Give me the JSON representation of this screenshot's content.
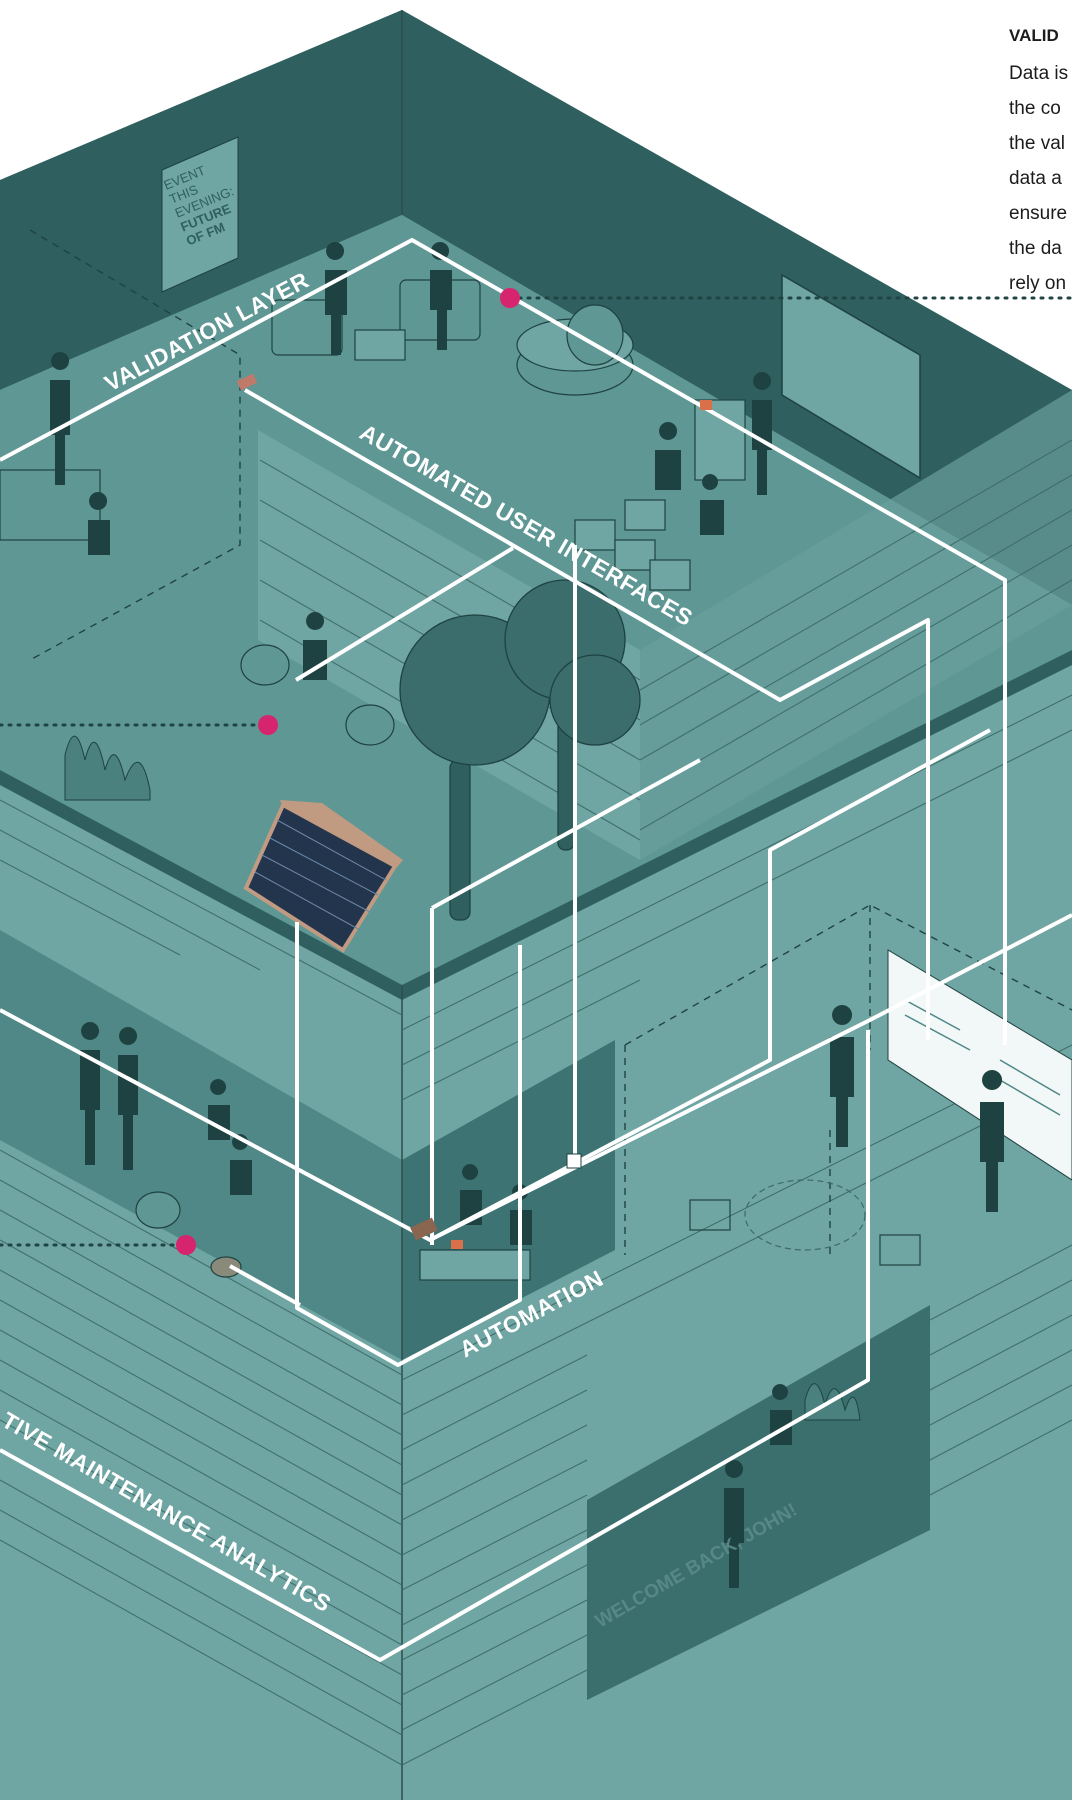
{
  "labels": {
    "validation_layer": "VALIDATION LAYER",
    "automated_user_interfaces": "AUTOMATED USER INTERFACES",
    "automation": "AUTOMATION",
    "predictive_maintenance": "TIVE MAINTENANCE ANALYTICS"
  },
  "poster": {
    "lines": [
      "EVENT",
      "THIS",
      "EVENING:",
      "FUTURE",
      "OF FM"
    ]
  },
  "wall_text": "WELCOME BACK, JOHN!",
  "side_note": {
    "title": "VALID",
    "lines": [
      "Data is",
      "the co",
      "the val",
      "data a",
      "ensure",
      "the da",
      "rely on"
    ]
  },
  "colors": {
    "wall_dark": "#2f5f5e",
    "wall_light": "#6fa5a2",
    "floor": "#5e9794",
    "line": "#ffffff",
    "marker": "#d6246e"
  }
}
